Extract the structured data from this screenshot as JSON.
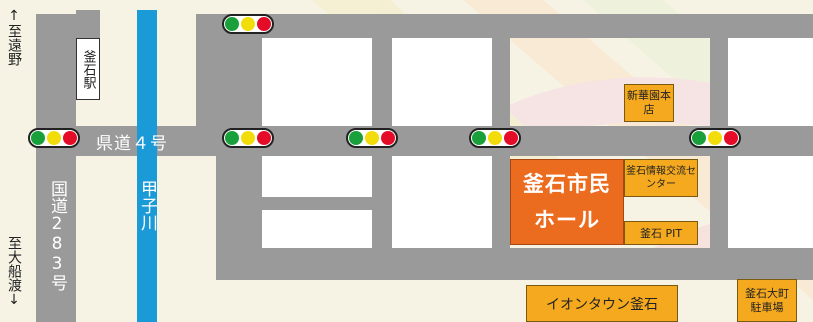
{
  "labels": {
    "to_tono": "↑至遠野",
    "to_ofunato": "至大船渡↓",
    "station": "釜石駅",
    "pref_road": "県道４号",
    "national_route": "国道283号",
    "river": "甲子川",
    "shinkaen": "新華園本店",
    "civic_hall": "釜石市民ホール",
    "info_center": "釜石情報交流センター",
    "pit": "釜石 PIT",
    "aeon": "イオンタウン釜石",
    "parking": "釜石大町駐車場"
  },
  "colors": {
    "road": "#9a9a9a",
    "river": "#1b9ad8",
    "hall": "#ec6c1f",
    "facility": "#f5a91e",
    "signal_green": "#1aa03a",
    "signal_yellow": "#f2dd0b",
    "signal_red": "#e50c27"
  },
  "icons": {
    "traffic_signal": "traffic-light-icon"
  }
}
